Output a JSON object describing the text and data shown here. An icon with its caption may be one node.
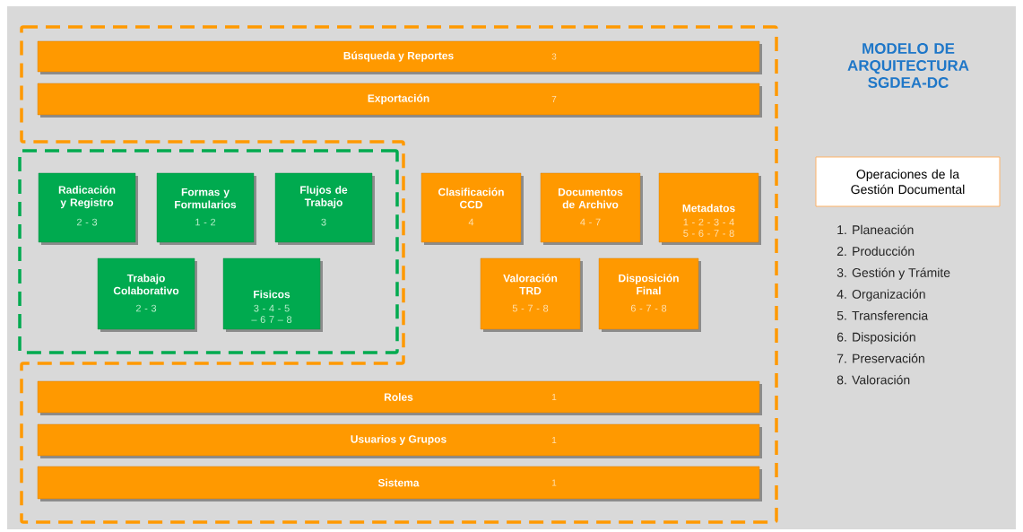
{
  "diagram": {
    "title": "MODELO DE ARQUITECTURA SGDEA-DC",
    "nodes": [
      {
        "text": [
          "Búsqueda y Reportes",
          "3"
        ]
      },
      {
        "text": [
          "Exportación",
          "7"
        ]
      },
      {
        "text": [],
        "shape": "box"
      },
      {
        "text": [
          "Radicación y Registro",
          "2 - 3"
        ],
        "in": 2
      },
      {
        "text": [
          "Formas y Formularios",
          "1 - 2"
        ],
        "in": 2
      },
      {
        "text": [
          "Flujos de Trabajo",
          "3"
        ],
        "in": 2
      },
      {
        "text": [
          "Trabajo Colaborativo",
          "2 - 3"
        ],
        "in": 2
      },
      {
        "text": [
          "Fisicos",
          "3 - 4 - 5 – 6 7 – 8"
        ],
        "in": 2
      },
      {
        "text": [
          "Clasificación CCD",
          "4"
        ]
      },
      {
        "text": [
          "Documentos de Archivo",
          "4 - 7"
        ]
      },
      {
        "text": [
          "Metadatos",
          "1 - 2 - 3 - 4 5 - 6 - 7 - 8"
        ]
      },
      {
        "text": [
          "Valoración TRD",
          "5 - 7 - 8"
        ]
      },
      {
        "text": [
          "Disposición Final",
          "6 - 7 - 8"
        ]
      },
      {
        "text": [
          "Roles",
          "1"
        ]
      },
      {
        "text": [
          "Usuarios y Grupos",
          "1"
        ]
      },
      {
        "text": [
          "Sistema",
          "1"
        ]
      },
      {
        "text": [
          "Operaciones de la Gestión Documental"
        ]
      }
    ],
    "labels": [
      "1. Planeación",
      "2. Producción",
      "3. Gestión y Trámite",
      "4. Organización",
      "5. Transferencia",
      "6. Disposición",
      "7. Preservación",
      "8. Valoración"
    ]
  }
}
